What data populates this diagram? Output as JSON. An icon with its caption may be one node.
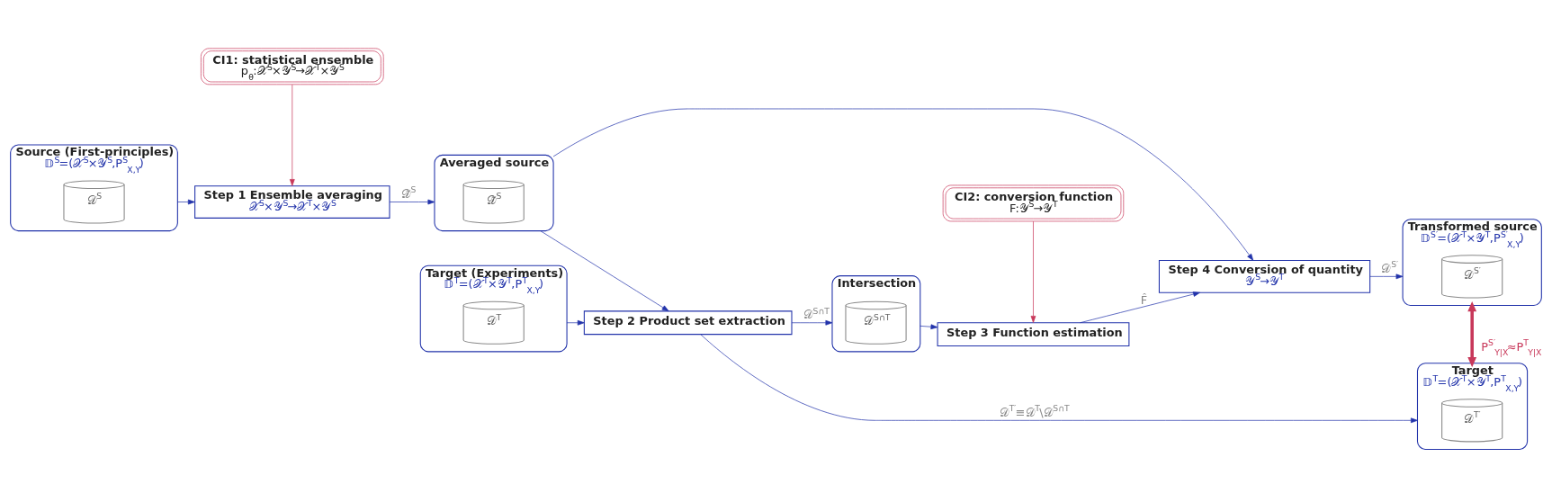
{
  "diagram": {
    "nodes": [
      {
        "text": [
          "Source (First-principles)",
          "𝔻$^{S}$=(𝒳$^{S}$×𝒴$^{S}$,P$^{S}$$_{X,Y}$)"
        ]
      },
      {
        "text": [
          "𝒟$^{S}$"
        ],
        "in": 0
      },
      {
        "text": [
          "CI1: statistical ensemble",
          "p$_{θ}$:𝒳$^{S}$×𝒴$^{S}$→𝒳$^{T}$×𝒴$^{S}$"
        ]
      },
      {
        "text": [
          "Step 1 Ensemble averaging",
          "𝒳$^{S}$×𝒴$^{S}$→𝒳$^{T}$×𝒴$^{S}$"
        ]
      },
      {
        "text": [
          "Averaged source"
        ]
      },
      {
        "text": [
          "𝒟̃$^{S}$"
        ],
        "in": 4
      },
      {
        "text": [
          "Step 4 Conversion of quantity",
          "𝒴$^{S}$→𝒴$^{T}$"
        ]
      },
      {
        "text": [
          "Transformed source",
          "𝔻$^{S′}$=(𝒳$^{T}$×𝒴$^{T}$,P$^{S′}$$_{X,Y}$)"
        ]
      },
      {
        "text": [
          "𝒟$^{S′}$"
        ],
        "in": 7
      },
      {
        "text": [
          "Target (Experiments)",
          "𝔻$^{T}$=(𝒳$^{T}$×𝒴$^{T}$,P$^{T}$$_{X,Y}$)"
        ]
      },
      {
        "text": [
          "𝒟$^{T}$"
        ],
        "in": 9
      },
      {
        "text": [
          "Step 2 Product set extraction"
        ]
      },
      {
        "text": [
          "Intersection"
        ]
      },
      {
        "text": [
          "𝒟$^{S∩T}$"
        ],
        "in": 12
      },
      {
        "text": [
          "Step 3 Function estimation"
        ]
      },
      {
        "text": [
          "Target",
          "𝔻$^{T}$=(𝒳$^{T}$×𝒴$^{T}$,P$^{T}$$_{X,Y}$)"
        ]
      },
      {
        "text": [
          "𝒟$^{T′}$"
        ],
        "in": 15
      },
      {
        "text": [
          "CI2: conversion function",
          "F:𝒴$^{S}$→𝒴$^{T}$"
        ]
      }
    ],
    "edges": [
      {
        "from": 0,
        "to": 3,
        "arrow": "to"
      },
      {
        "from": 2,
        "to": 3,
        "arrow": "to",
        "color": "#c8385a"
      },
      {
        "from": 3,
        "to": 4,
        "arrow": "to",
        "label": "𝒟̃$^{S}$"
      },
      {
        "from": 4,
        "to": 6,
        "arrow": "to"
      },
      {
        "from": 6,
        "to": 7,
        "arrow": "to",
        "label": "𝒟$^{S′}$"
      },
      {
        "from": 4,
        "to": 11,
        "arrow": "to"
      },
      {
        "from": 9,
        "to": 11,
        "arrow": "to"
      },
      {
        "from": 11,
        "to": 12,
        "arrow": "to",
        "label": "𝒟$^{S∩T}$"
      },
      {
        "from": 12,
        "to": 14,
        "arrow": "to"
      },
      {
        "from": 14,
        "to": 6,
        "arrow": "to",
        "label": "F̂"
      },
      {
        "from": 11,
        "to": 15,
        "arrow": "to",
        "label": "𝒟$^{T′}$≡𝒟$^{T}$\\𝒟$^{S∩T}$"
      },
      {
        "from": 17,
        "to": 14,
        "arrow": "to",
        "color": "#c8385a"
      },
      {
        "from": 7,
        "to": 15,
        "arrow": "both",
        "style": "thick",
        "color": "#c8385a",
        "label": "P$^{S′}$$_{Y|X}$≈P$^{T}$$_{Y|X}$"
      }
    ]
  }
}
